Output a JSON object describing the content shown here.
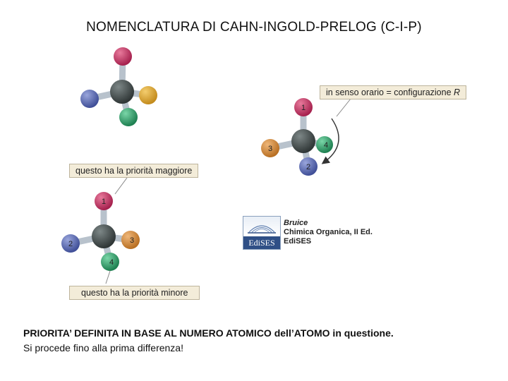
{
  "title": "NOMENCLATURA DI CAHN-INGOLD-PRELOG (C-I-P)",
  "callouts": {
    "clockwise_prefix": "in senso orario = configurazione ",
    "clockwise_letter": "R",
    "highest_priority": "questo ha la priorità maggiore",
    "lowest_priority": "questo ha la priorità minore"
  },
  "molecule_right": {
    "labels": {
      "top": "1",
      "blue": "2",
      "orange": "3",
      "green": "4"
    }
  },
  "molecule_bottom": {
    "labels": {
      "top": "1",
      "blue": "2",
      "orange": "3",
      "green": "4"
    }
  },
  "publisher": {
    "logo_text": "EdiSES",
    "author": "Bruice",
    "book": "Chimica Organica, II Ed.",
    "name": "EdiSES"
  },
  "footer": {
    "line1": "PRIORITA’ DEFINITA IN BASE AL NUMERO ATOMICO dell’ATOMO in questione.",
    "line2": "Si procede fino alla prima differenza!"
  },
  "colors": {
    "carbon": "#3c4444",
    "red": "#c83262",
    "blue": "#5a69b4",
    "orange": "#d7913c",
    "yellow": "#e0a83a",
    "green": "#2ea36c",
    "bond": "#b8c2cc",
    "callout_bg": "#f3ecd9"
  }
}
